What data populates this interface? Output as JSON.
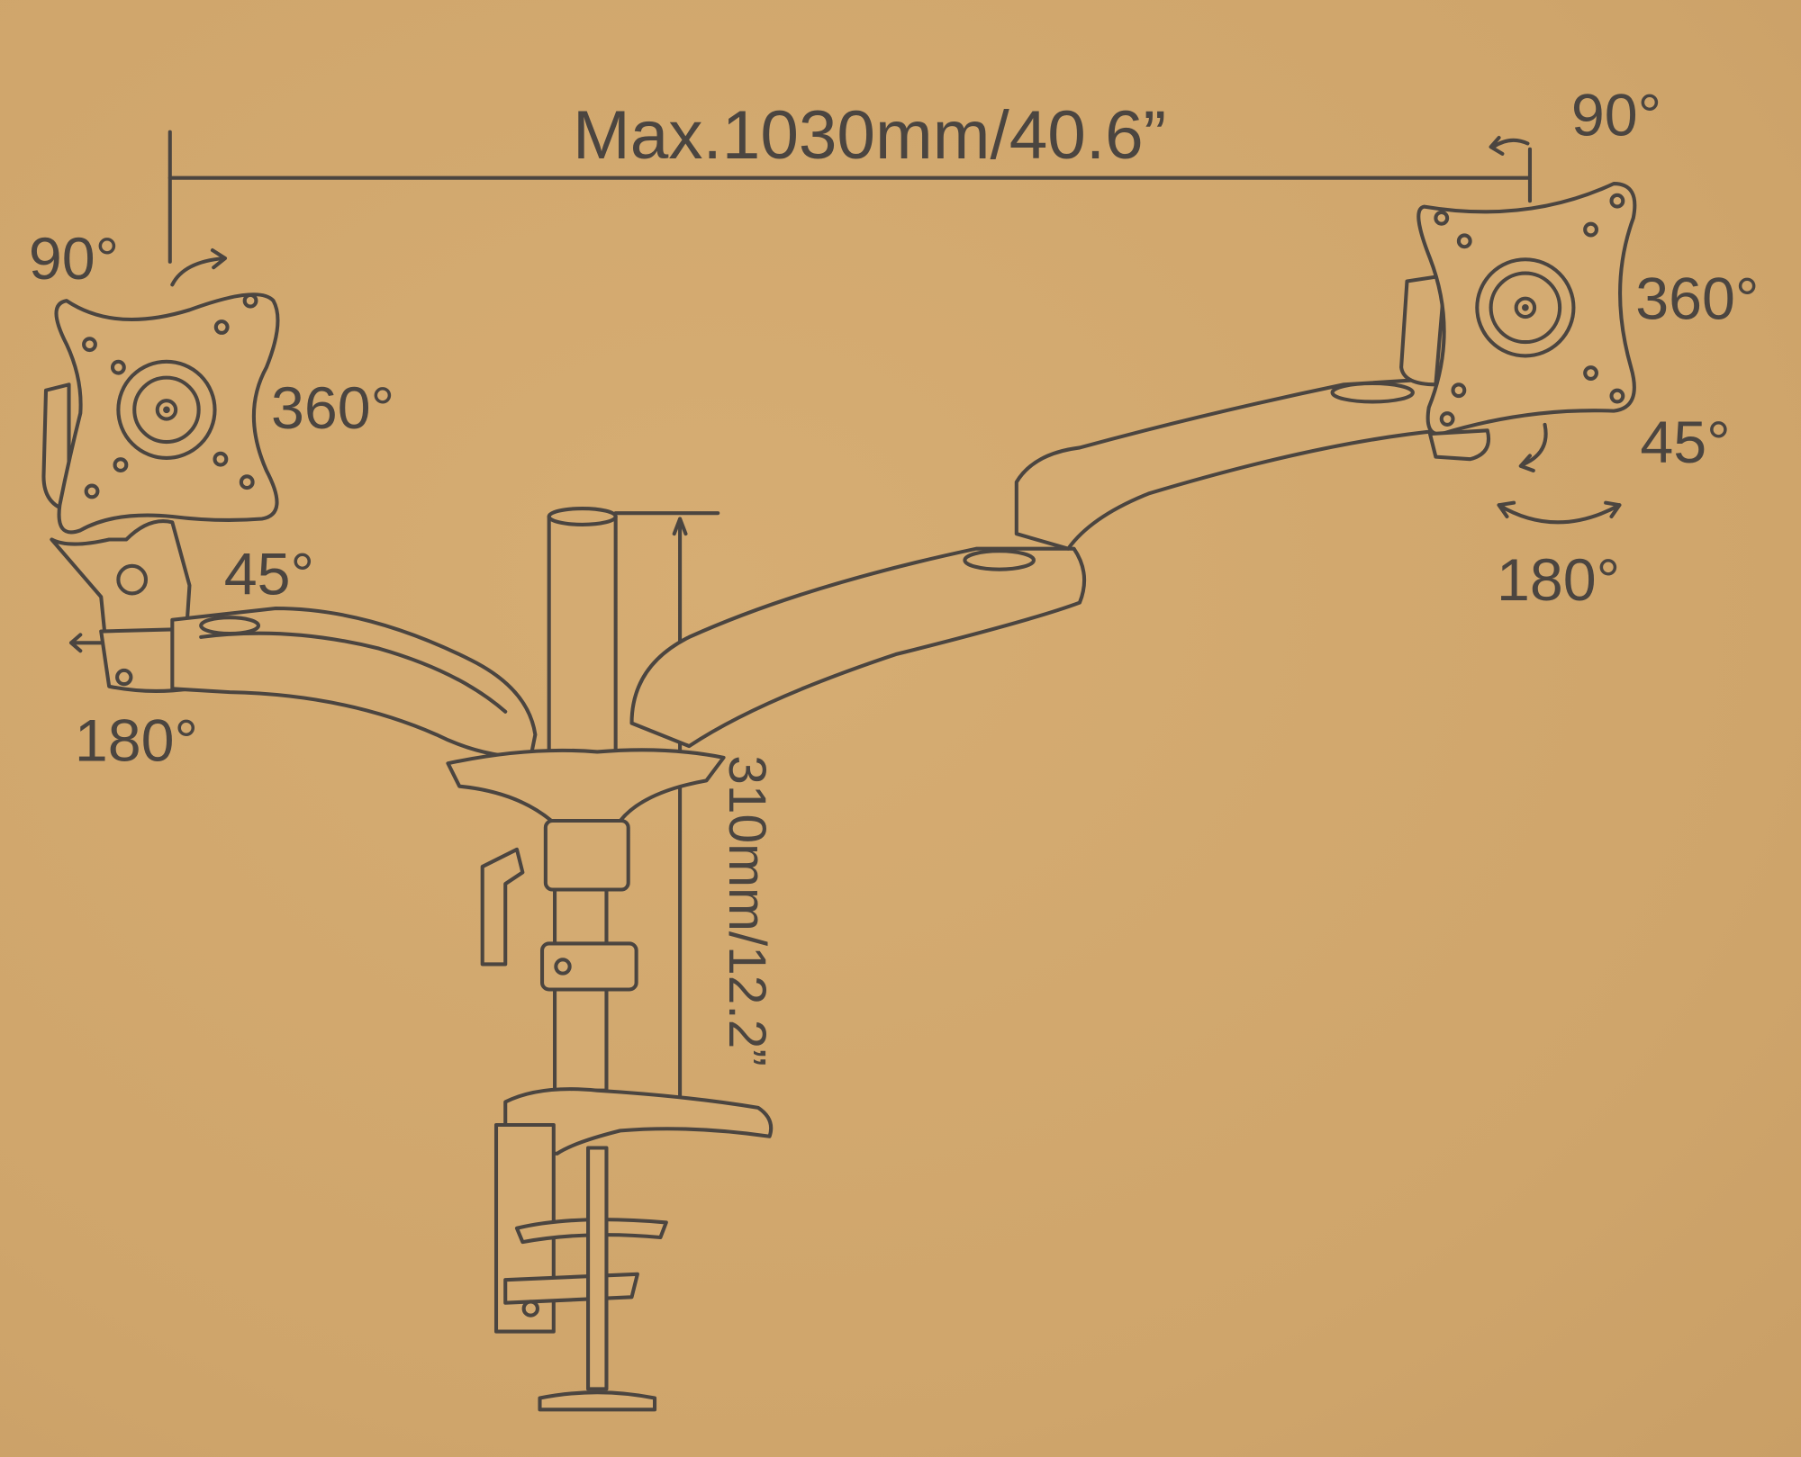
{
  "diagram": {
    "max_reach": "Max.1030mm/40.6”",
    "height_range": "310mm/12.2”",
    "left_mount": {
      "tilt": "90°",
      "rotation": "360°",
      "swivel_tilt": "45°",
      "swivel": "180°"
    },
    "right_mount": {
      "tilt": "90°",
      "rotation": "360°",
      "swivel_tilt": "45°",
      "swivel": "180°"
    }
  },
  "colors": {
    "background": "#d2a86e",
    "ink": "#4b4540"
  }
}
